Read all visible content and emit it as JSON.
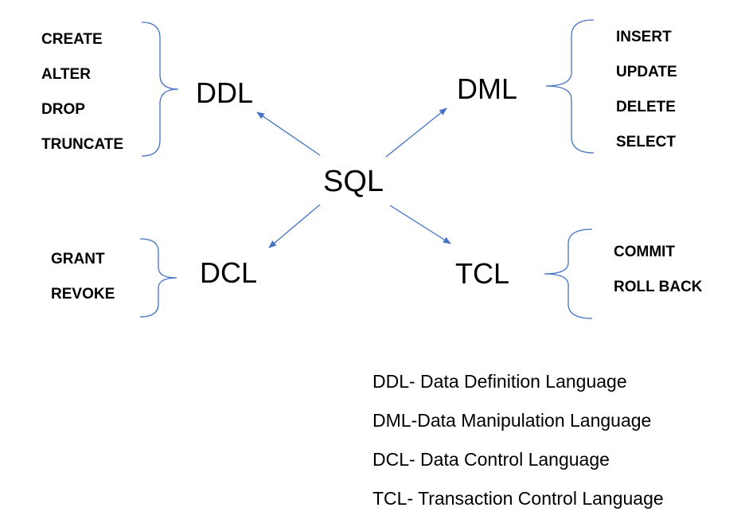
{
  "center": {
    "label": "SQL"
  },
  "ddl": {
    "label": "DDL",
    "commands": [
      "CREATE",
      "ALTER",
      "DROP",
      "TRUNCATE"
    ]
  },
  "dml": {
    "label": "DML",
    "commands": [
      "INSERT",
      "UPDATE",
      "DELETE",
      "SELECT"
    ]
  },
  "dcl": {
    "label": "DCL",
    "commands": [
      "GRANT",
      "REVOKE"
    ]
  },
  "tcl": {
    "label": "TCL",
    "commands": [
      "COMMIT",
      "ROLL BACK"
    ]
  },
  "legend": [
    "DDL- Data Definition Language",
    "DML-Data Manipulation Language",
    "DCL- Data Control Language",
    "TCL- Transaction Control Language"
  ],
  "colors": {
    "line": "#4472C4",
    "text": "#000000",
    "background": "#FFFFFF"
  }
}
